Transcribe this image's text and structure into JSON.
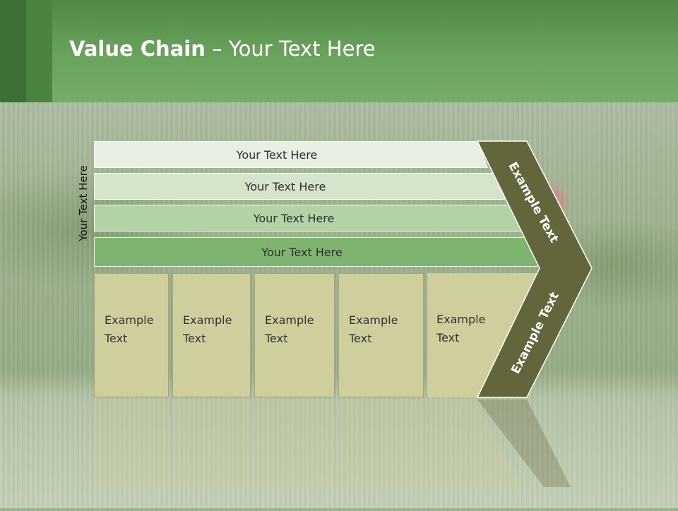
{
  "slide": {
    "title_bold": "Value Chain",
    "title_rest": " – Your Text Here"
  },
  "side_label": "Your Text Here",
  "strips": [
    {
      "label": "Your Text Here"
    },
    {
      "label": "Your Text Here"
    },
    {
      "label": "Your Text Here"
    },
    {
      "label": "Your Text Here"
    }
  ],
  "boxes": [
    {
      "line1": "Example",
      "line2": "Text"
    },
    {
      "line1": "Example",
      "line2": "Text"
    },
    {
      "line1": "Example",
      "line2": "Text"
    },
    {
      "line1": "Example",
      "line2": "Text"
    },
    {
      "line1": "Example",
      "line2": "Text"
    }
  ],
  "chevron": {
    "upper_label": "Example Text",
    "lower_label": "Example Text",
    "color": "#63653a"
  },
  "colors": {
    "header_green": "#6aa35d",
    "strip_1": "#e8f0e4",
    "strip_2": "#d4e5cc",
    "strip_3": "#b3d2a5",
    "strip_4": "#7db46e",
    "box_fill": "#cfcf9e"
  }
}
